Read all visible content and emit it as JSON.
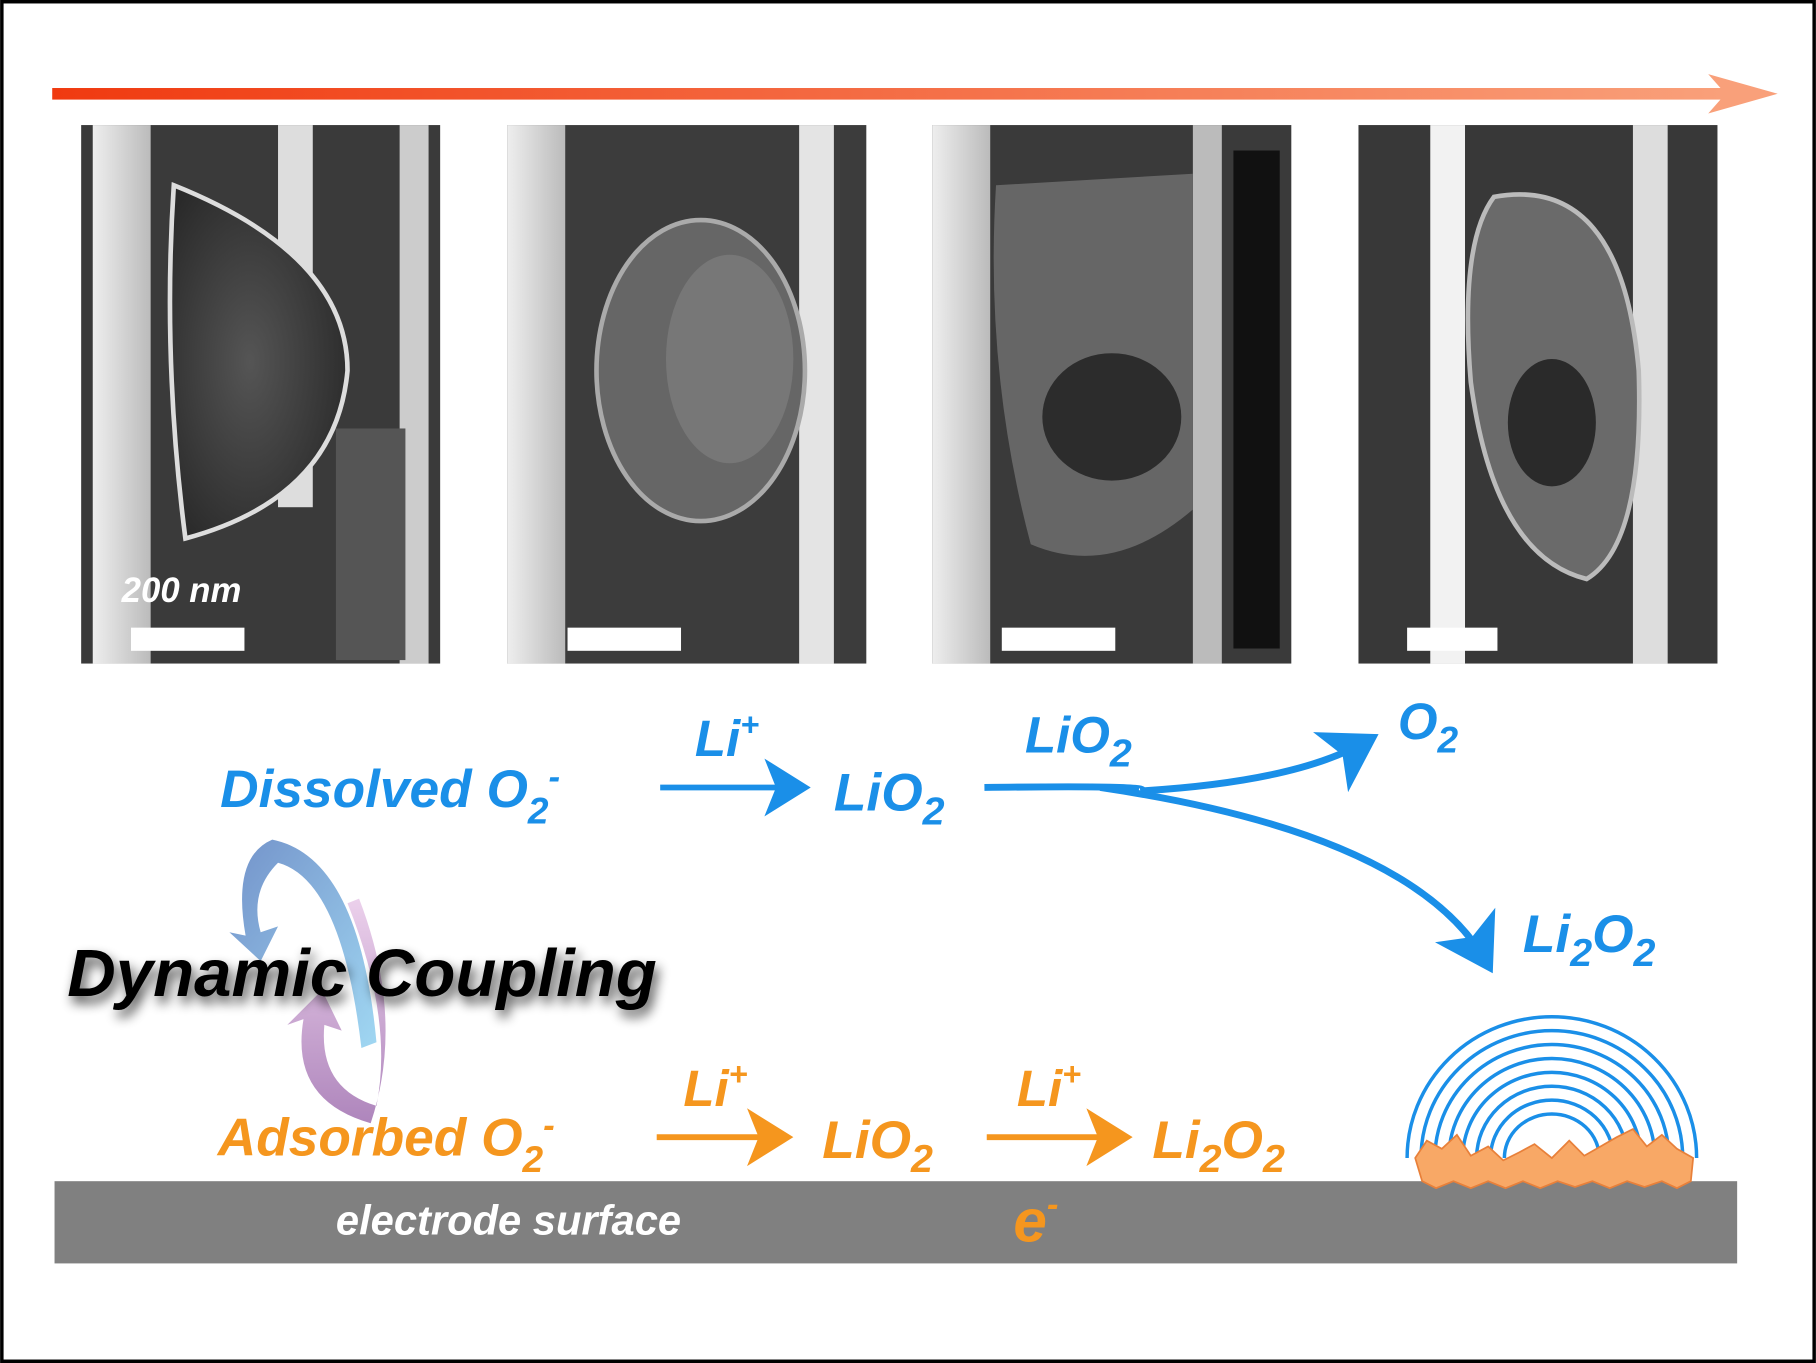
{
  "colors": {
    "blue": "#1a8fe8",
    "orange": "#f5961e",
    "electrode": "#808080",
    "arrow_start": "#f03a10",
    "arrow_end": "#f9a07a",
    "crystal": "#f8a866"
  },
  "sem_panels": [
    {
      "scale_label": "200 nm"
    },
    {
      "scale_label": ""
    },
    {
      "scale_label": ""
    },
    {
      "scale_label": ""
    }
  ],
  "dissolved_path": {
    "start": "Dissolved O",
    "start_sub": "2",
    "start_sup": "-",
    "arrow1_label": "Li",
    "arrow1_sup": "+",
    "intermediate": "LiO",
    "intermediate_sub": "2",
    "branch_label": "LiO",
    "branch_label_sub": "2",
    "product_up": "O",
    "product_up_sub": "2",
    "product_down_a": "Li",
    "product_down_sub1": "2",
    "product_down_b": "O",
    "product_down_sub2": "2"
  },
  "coupling_label": "Dynamic Coupling",
  "adsorbed_path": {
    "start": "Adsorbed O",
    "start_sub": "2",
    "start_sup": "-",
    "arrow1_label": "Li",
    "arrow1_sup": "+",
    "intermediate": "LiO",
    "intermediate_sub": "2",
    "arrow2_label": "Li",
    "arrow2_sup": "+",
    "product_a": "Li",
    "product_sub1": "2",
    "product_b": "O",
    "product_sub2": "2"
  },
  "electrode": {
    "label": "electrode surface",
    "electron": "e",
    "electron_sup": "-"
  }
}
